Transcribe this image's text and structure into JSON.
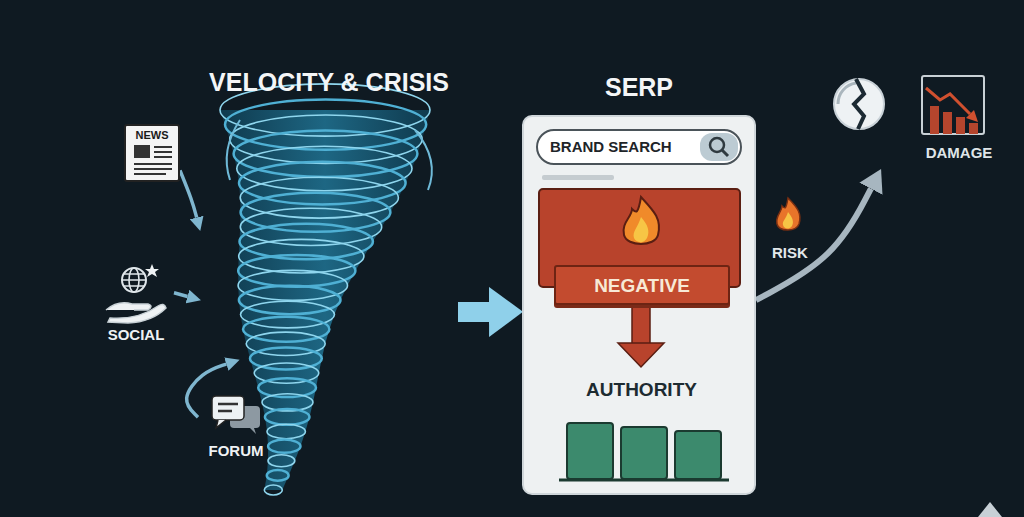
{
  "diagram": {
    "nodes": [
      {
        "text": [
          "NEWS"
        ]
      },
      {
        "text": [
          "SOCIAL"
        ]
      },
      {
        "text": [
          "FORUM"
        ]
      },
      {
        "text": [
          "VELOCITY & CRISIS"
        ]
      },
      {
        "text": [
          "SERP"
        ]
      },
      {
        "text": [
          "BRAND SEARCH"
        ],
        "in": 4
      },
      {
        "text": [
          "NEGATIVE"
        ],
        "in": 4
      },
      {
        "text": [
          "AUTHORITY"
        ],
        "in": 4
      },
      {
        "text": [
          "DAMAGE"
        ]
      }
    ],
    "edges": [
      {
        "from": 0,
        "to": 3,
        "arrow": "to"
      },
      {
        "from": 1,
        "to": 3,
        "arrow": "to"
      },
      {
        "from": 2,
        "to": 3,
        "arrow": "to"
      },
      {
        "from": 3,
        "to": 4,
        "arrow": "to"
      },
      {
        "from": 4,
        "to": 8,
        "label": "RISK",
        "arrow": "to"
      }
    ]
  }
}
